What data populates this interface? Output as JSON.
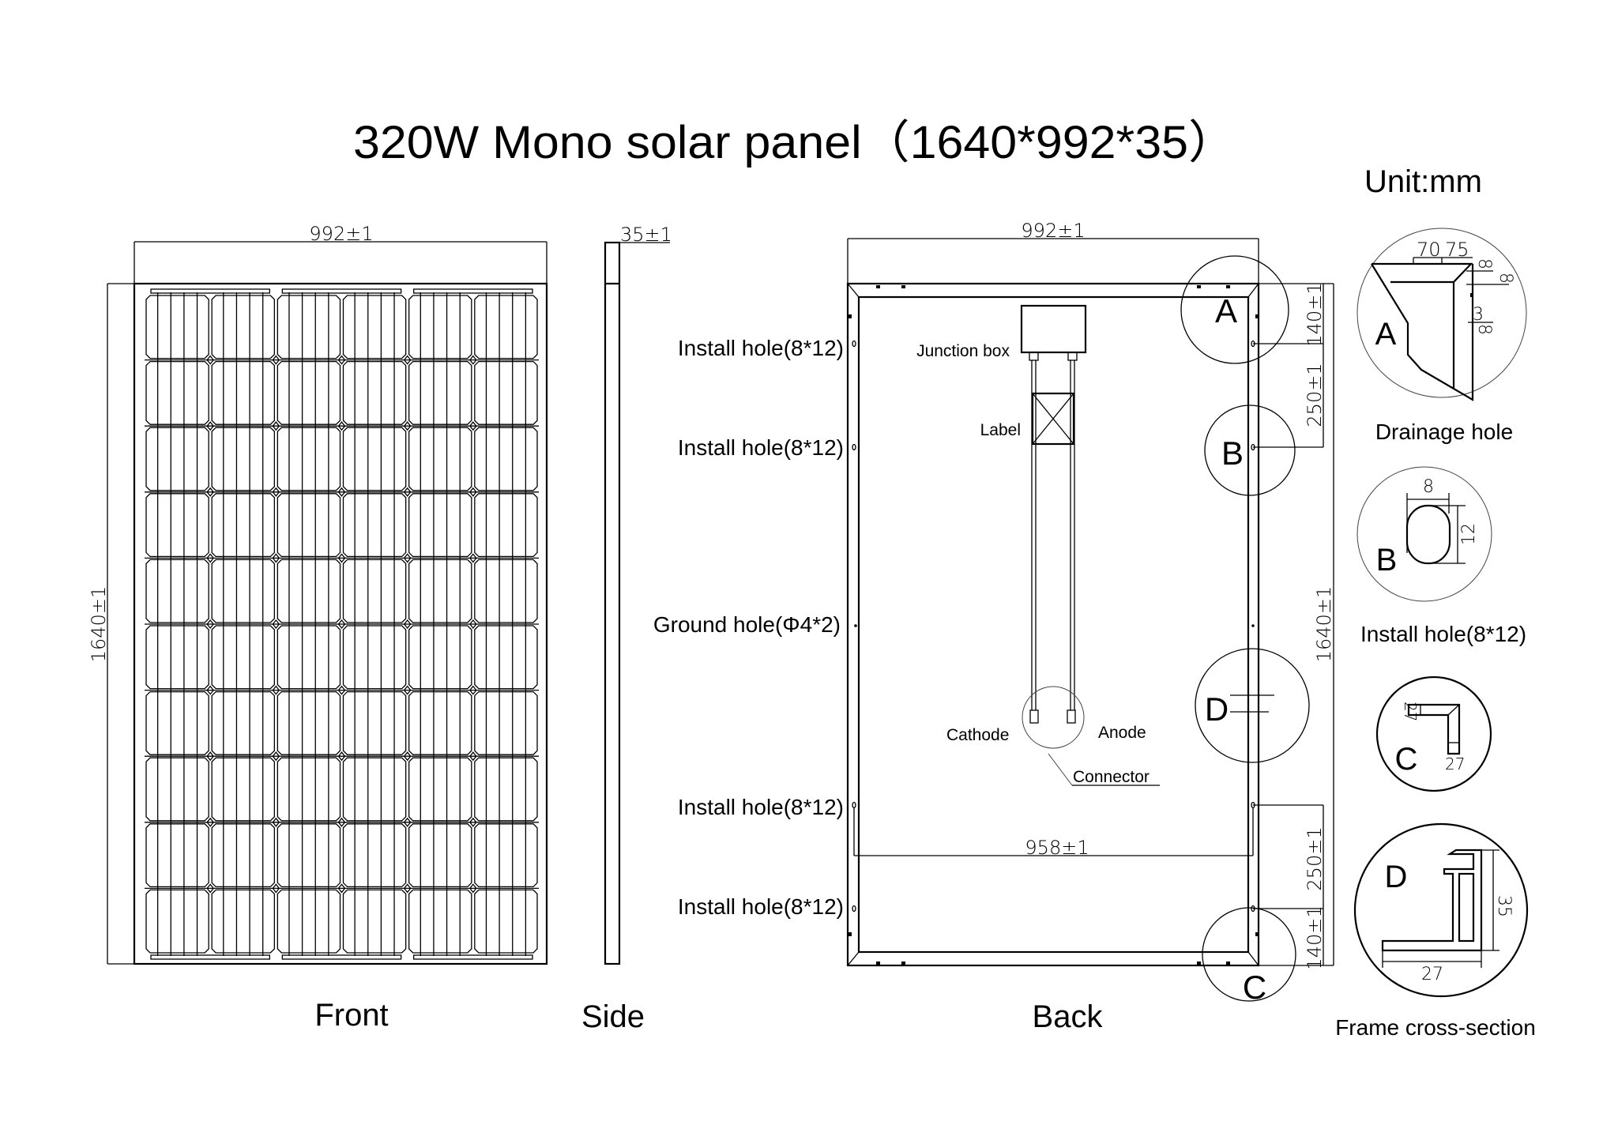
{
  "title": "320W  Mono  solar  panel（1640*992*35）",
  "unit": "Unit:mm",
  "views": {
    "front": {
      "label": "Front",
      "width_dim": "992±1",
      "height_dim": "1640±1",
      "cell_columns": 6,
      "cell_rows": 10
    },
    "side": {
      "label": "Side",
      "thickness_dim": "35±1"
    },
    "back": {
      "label": "Back",
      "width_dim": "992±1",
      "height_dim": "1640±1",
      "inner_hole_span_dim": "958±1",
      "top_hole_offset_dim": "140±1",
      "top_hole_spacing_dim": "250±1",
      "bottom_hole_spacing_dim": "250±1",
      "bottom_hole_offset_dim": "140±1",
      "hole_labels": [
        "Install hole(8*12)",
        "Install hole(8*12)",
        "Ground hole(Φ4*2)",
        "Install hole(8*12)",
        "Install hole(8*12)"
      ],
      "junction_box_label": "Junction box",
      "label_label": "Label",
      "cathode_label": "Cathode",
      "anode_label": "Anode",
      "connector_label": "Connector",
      "callouts": [
        "A",
        "B",
        "C",
        "D"
      ]
    }
  },
  "details": [
    {
      "letter": "A",
      "caption": "Drainage hole",
      "dims": [
        "70",
        "75",
        "8",
        "8",
        "3",
        "8"
      ]
    },
    {
      "letter": "B",
      "caption": "Install hole(8*12)",
      "dims": [
        "8",
        "12"
      ]
    },
    {
      "letter": "C",
      "caption": "",
      "dims": [
        "27",
        "27"
      ]
    },
    {
      "letter": "D",
      "caption": "Frame cross-section",
      "dims": [
        "35",
        "27"
      ]
    }
  ]
}
